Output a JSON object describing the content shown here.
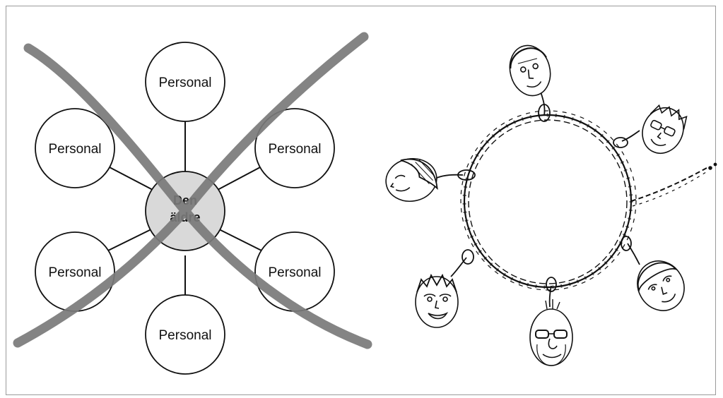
{
  "diagram": {
    "center": {
      "label_line1": "Den",
      "label_line2": "äldre"
    },
    "satellites": [
      {
        "label": "Personal"
      },
      {
        "label": "Personal"
      },
      {
        "label": "Personal"
      },
      {
        "label": "Personal"
      },
      {
        "label": "Personal"
      },
      {
        "label": "Personal"
      }
    ],
    "crossed_out": true
  },
  "colors": {
    "border": "#9a9a9a",
    "center_fill": "#d9d9d9",
    "cross_stroke": "#7a7a7a",
    "line": "#111111"
  },
  "illustration": {
    "subject": "necklace-with-six-face-charms",
    "faces": [
      "face-charm-top",
      "face-charm-top-right",
      "face-charm-left",
      "face-charm-right",
      "face-charm-bottom-left",
      "face-charm-bottom"
    ]
  }
}
